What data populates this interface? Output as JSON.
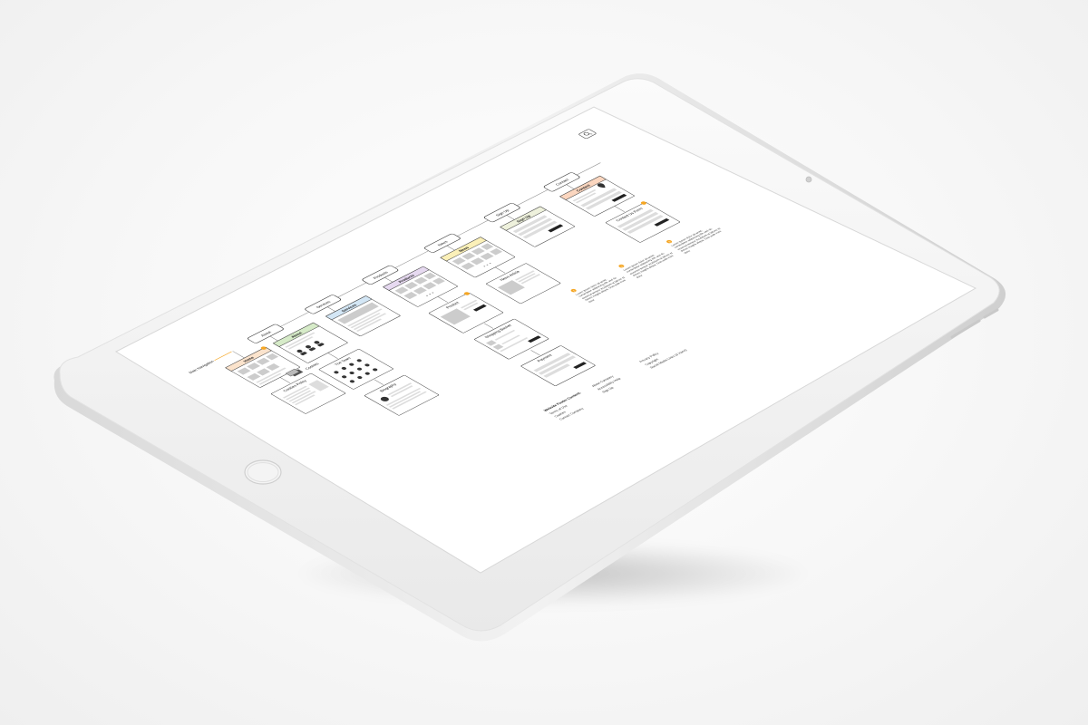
{
  "sitemap": {
    "main_navigation_label": "Main Navigation",
    "nav": [
      "About",
      "Services",
      "Products",
      "News",
      "Sign Up",
      "Contact"
    ],
    "search_icon": "search-icon",
    "pages": {
      "home": "Home",
      "about": "About",
      "services": "Services",
      "products": "Products",
      "news": "News",
      "signup": "Sign Up",
      "contact": "Contact",
      "cookies": "Cookies",
      "cookies_policy": "Cookies Policy",
      "the_team": "The Team",
      "biography": "Biography",
      "product": "Product",
      "news_article": "News Article",
      "contact_us_form": "Contact Us Form",
      "shopping_basket": "Shopping Basket",
      "payment": "Payment"
    },
    "header_colors": {
      "home": "#fbe3cc",
      "about": "#d6ebc8",
      "services": "#d3e6f5",
      "products": "#e6d9f0",
      "news": "#fbf0b8",
      "signup": "#eef1dc",
      "contact": "#fbd6bf"
    },
    "accent": "#f5a623",
    "notes": [
      {
        "number": "1",
        "text": "Lorem ipsum dolor sit amet, consectetur adipiscing elit, sed do eiusmod tempor incididunt ut labore et dolore magna aliqua. Duis aute irure dolor"
      },
      {
        "number": "2",
        "text": "Lorem ipsum dolor sit amet, consectetur adipiscing elit, sed do eiusmod tempor incididunt ut labore et dolore magna aliqua. Duis aute irure dolor"
      },
      {
        "number": "3",
        "text": "Lorem ipsum dolor sit amet, consectetur adipiscing elit, sed do eiusmod tempor incididunt ut labore et dolore magna aliqua. Duis aute irure dolor"
      }
    ],
    "footer": {
      "title": "Website Footer Content:",
      "col1": [
        "Terms of Use",
        "Cookies",
        "Contact Company"
      ],
      "col2": [
        "About Company",
        "Accessibility Help",
        "Sign Up"
      ],
      "col3": [
        "Privacy Policy",
        "Copyright",
        "Social Media Links (4 Icons)"
      ]
    }
  }
}
